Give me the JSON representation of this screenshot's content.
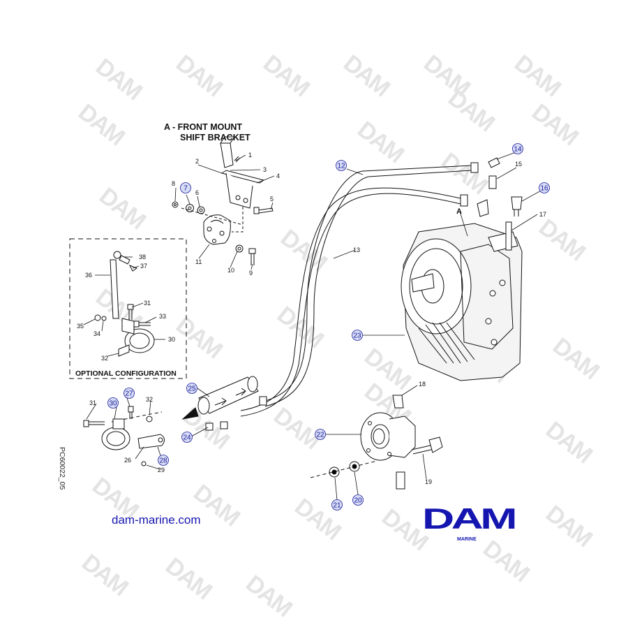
{
  "diagram": {
    "detail_title_line1": "A - FRONT MOUNT",
    "detail_title_line2": "SHIFT BRACKET",
    "optional_label": "OPTIONAL CONFIGURATION",
    "detail_marker": "A",
    "website": "dam-marine.com",
    "drawing_code": "PC60022_05",
    "logo_text": "DAM",
    "logo_sub": "MARINE",
    "watermark": "DAM",
    "colors": {
      "ink": "#111111",
      "callout": "#1a1a9a",
      "callout_fill": "#d6dcf5",
      "brand": "#1515b0",
      "watermark": "#e4e4e4"
    },
    "plain_labels": [
      "1",
      "2",
      "3",
      "4",
      "5",
      "6",
      "8",
      "9",
      "10",
      "11",
      "13",
      "15",
      "17",
      "18",
      "19",
      "26",
      "29",
      "31",
      "32",
      "33",
      "34",
      "35",
      "36",
      "37",
      "38",
      "30",
      "31",
      "32"
    ],
    "circled_labels": [
      "7",
      "12",
      "14",
      "16",
      "20",
      "21",
      "22",
      "23",
      "24",
      "25",
      "27",
      "28",
      "30"
    ]
  }
}
